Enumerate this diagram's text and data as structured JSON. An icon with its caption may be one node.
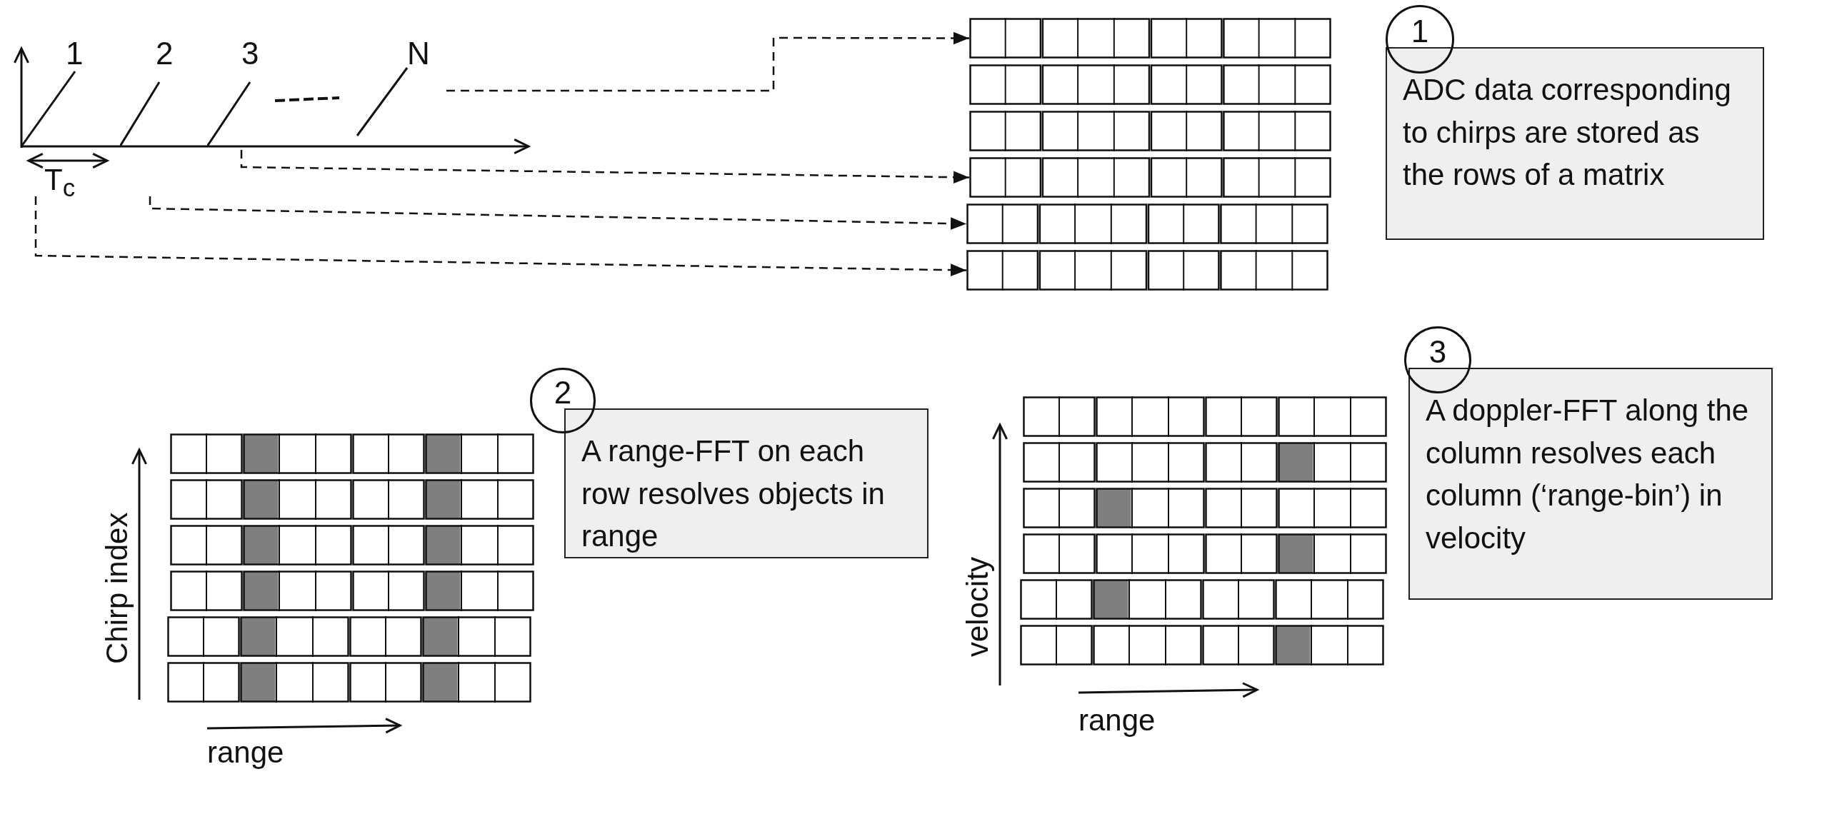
{
  "diagram": {
    "nodes": [
      {
        "text": [
          "1"
        ]
      },
      {
        "text": [
          "2"
        ]
      },
      {
        "text": [
          "3"
        ]
      },
      {
        "text": [
          "N"
        ]
      },
      {
        "text": [],
        "shape": "bar"
      },
      {
        "text": [],
        "shape": "bar"
      },
      {
        "text": [],
        "shape": "bar"
      },
      {
        "text": [],
        "shape": "bar"
      },
      {
        "text": [],
        "shape": "bar"
      },
      {
        "text": [],
        "shape": "bar"
      },
      {
        "text": [
          "1"
        ]
      },
      {
        "text": [
          "ADC data corresponding to chirps are stored as the rows of a matrix"
        ]
      },
      {
        "text": [
          "2"
        ]
      },
      {
        "text": [
          "A range-FFT on each row resolves objects in range"
        ]
      },
      {
        "text": [
          "3"
        ]
      },
      {
        "text": [
          "A doppler-FFT along the column resolves each column (‘range-bin’) in velocity"
        ]
      }
    ],
    "edges": [
      {
        "from": 3,
        "to": 4,
        "arrow": "to",
        "style": "dashed"
      },
      {
        "from": 2,
        "to": 7,
        "arrow": "to",
        "style": "dashed"
      },
      {
        "from": 1,
        "to": 8,
        "arrow": "to",
        "style": "dashed"
      },
      {
        "from": 0,
        "to": 9,
        "arrow": "to",
        "style": "dashed"
      }
    ],
    "labels": [
      "T$_{c}$",
      "Chirp index",
      "range",
      "velocity",
      "range"
    ]
  }
}
